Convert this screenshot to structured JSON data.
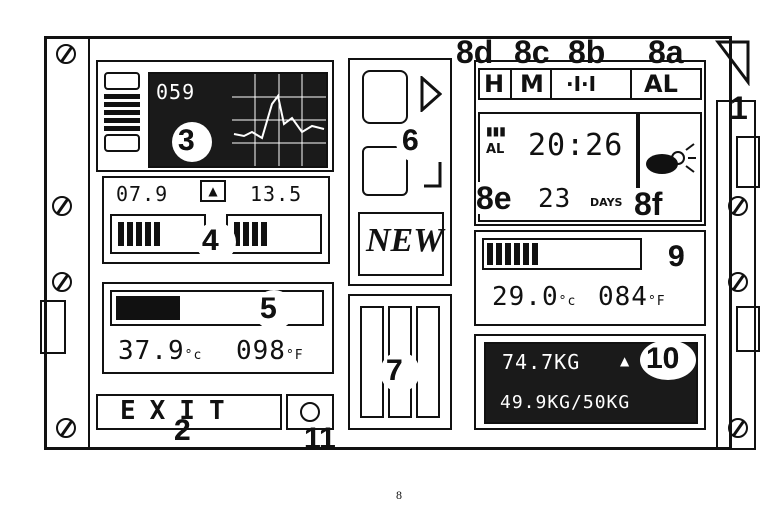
{
  "labels": {
    "n1": "1",
    "n2": "2",
    "n3": "3",
    "n4": "4",
    "n5": "5",
    "n6": "6",
    "n7": "7",
    "n8a": "8a",
    "n8b": "8b",
    "n8c": "8c",
    "n8d": "8d",
    "n8e": "8e",
    "n8f": "8f",
    "n9": "9",
    "n10": "10",
    "n11": "11"
  },
  "display": {
    "panel3_readout": "059",
    "panel4_left": "07.9",
    "panel4_right": "13.5",
    "panel5_temp_c": "37.9",
    "panel5_temp_c_unit": "°c",
    "panel5_temp_f": "098",
    "panel5_temp_f_unit": "°F",
    "panel6_new": "NEW",
    "panel8_headers": [
      "H",
      "M",
      "·I·I",
      "AL"
    ],
    "panel8_al": "AL",
    "panel8_time": "20:26",
    "panel8_days_num": "23",
    "panel8_days_unit": "DAYS",
    "panel9_temp_c": "29.0",
    "panel9_temp_c_unit": "°c",
    "panel9_temp_f": "084",
    "panel9_temp_f_unit": "°F",
    "panel10_top": "74.7KG",
    "panel10_bottom": "49.9KG/50KG",
    "panel2_text": "EXIT",
    "page_number": "8"
  }
}
